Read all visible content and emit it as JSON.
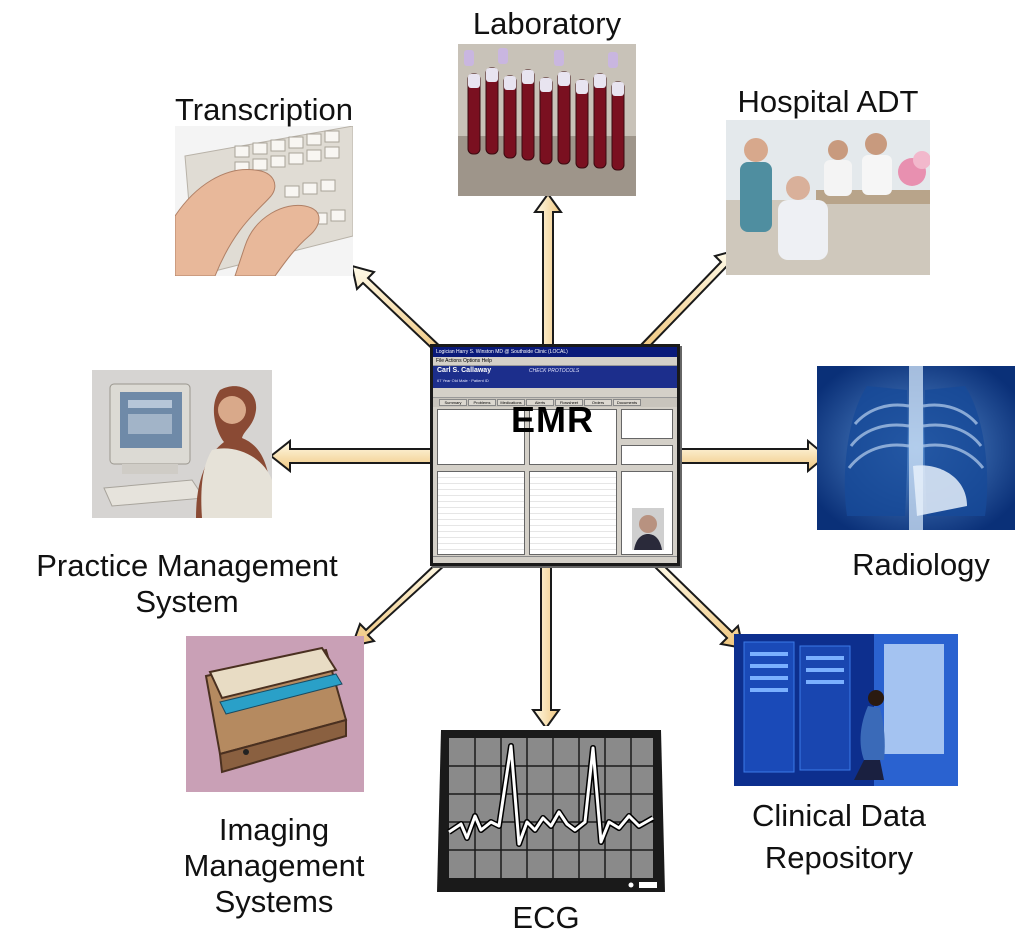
{
  "center": {
    "label": "EMR",
    "window_title": "Logician   Harry S. Winston MD @ Southside Clinic (LOCAL)",
    "patient_name": "Carl S. Callaway",
    "banner": "CHECK PROTOCOLS",
    "tabs": [
      "Summary",
      "Problems",
      "Medications",
      "Alerts",
      "Flowsheet",
      "Orders",
      "Documents"
    ]
  },
  "systems": {
    "laboratory": "Laboratory",
    "transcription": "Transcription",
    "hospital_adt": "Hospital ADT",
    "practice_mgmt_line1": "Practice Management",
    "practice_mgmt_line2": "System",
    "radiology": "Radiology",
    "imaging_line1": "Imaging",
    "imaging_line2": "Management",
    "imaging_line3": "Systems",
    "ecg": "ECG",
    "cdr_line1": "Clinical Data",
    "cdr_line2": "Repository"
  },
  "colors": {
    "arrow_fill_light": "#fdf3d6",
    "arrow_fill_dark": "#f0c77f",
    "arrow_stroke": "#1a1a1a",
    "emr_titlebar": "#0a1a7a"
  }
}
